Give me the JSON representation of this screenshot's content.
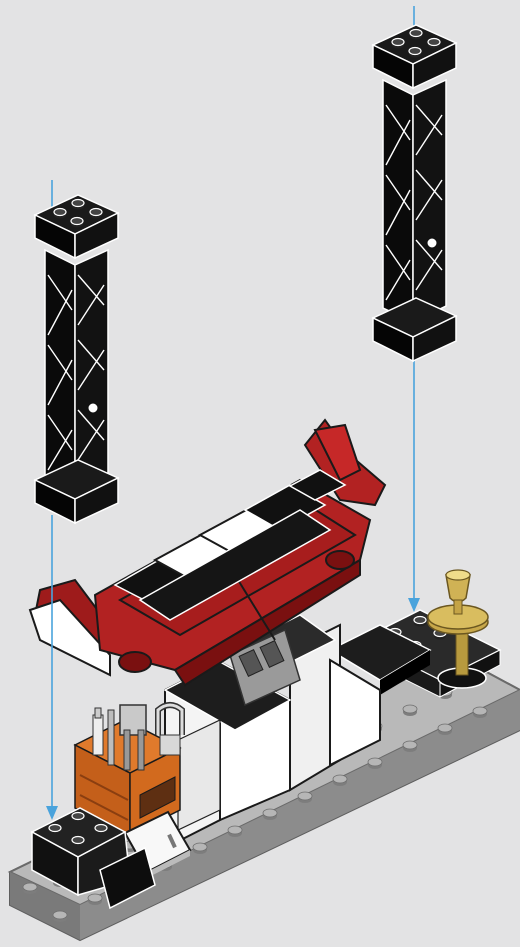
{
  "instruction_step": {
    "kind": "brick building instruction illustration",
    "background_color": "#e3e3e4",
    "guide_line_color": "#4aa3dc",
    "parts": [
      {
        "name": "left-truss-tower",
        "color": "#111111"
      },
      {
        "name": "right-truss-tower",
        "color": "#111111"
      },
      {
        "name": "red-roof",
        "color": "#a81d1d"
      },
      {
        "name": "gray-baseplate",
        "color": "#9a9a9a"
      },
      {
        "name": "orange-workbench",
        "color": "#d26a1e"
      },
      {
        "name": "gold-trophy",
        "color": "#c8a84a"
      }
    ]
  }
}
